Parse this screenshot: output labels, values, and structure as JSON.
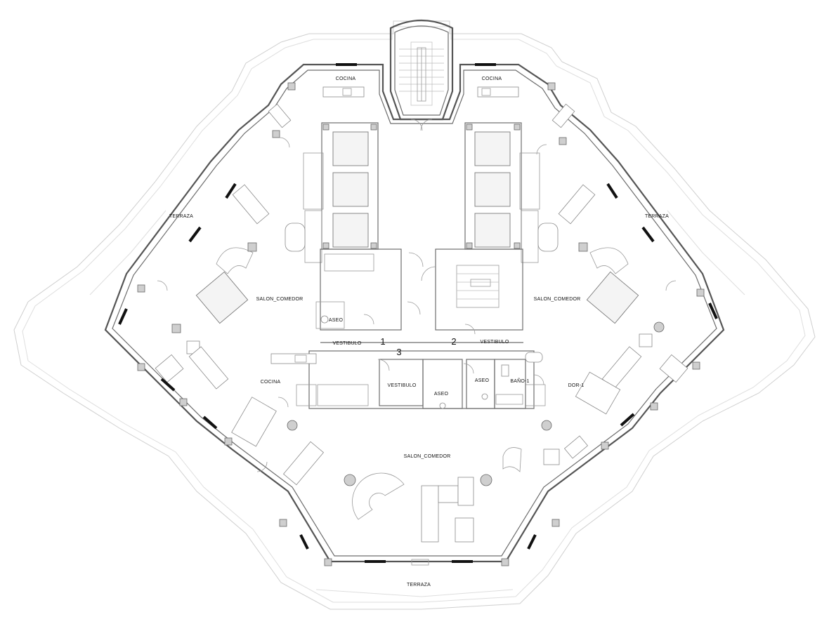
{
  "labels": {
    "cocina_nw": "COCINA",
    "cocina_ne": "COCINA",
    "cocina_s": "COCINA",
    "terraza_w": "TERRAZA",
    "terraza_e": "TERRAZA",
    "terraza_s": "TERRAZA",
    "salon_w": "SALON_COMEDOR",
    "salon_e": "SALON_COMEDOR",
    "salon_s": "SALON_COMEDOR",
    "aseo_w": "ASEO",
    "aseo_c": "ASEO",
    "aseo_e": "ASEO",
    "vestibulo_w": "VESTIBULO",
    "vestibulo_e": "VESTIBULO",
    "vestibulo_s": "VESTIBULO",
    "bano": "BAÑO-1",
    "dor": "DOR-1"
  },
  "units": {
    "unit_1": "1",
    "unit_2": "2",
    "unit_3": "3"
  }
}
